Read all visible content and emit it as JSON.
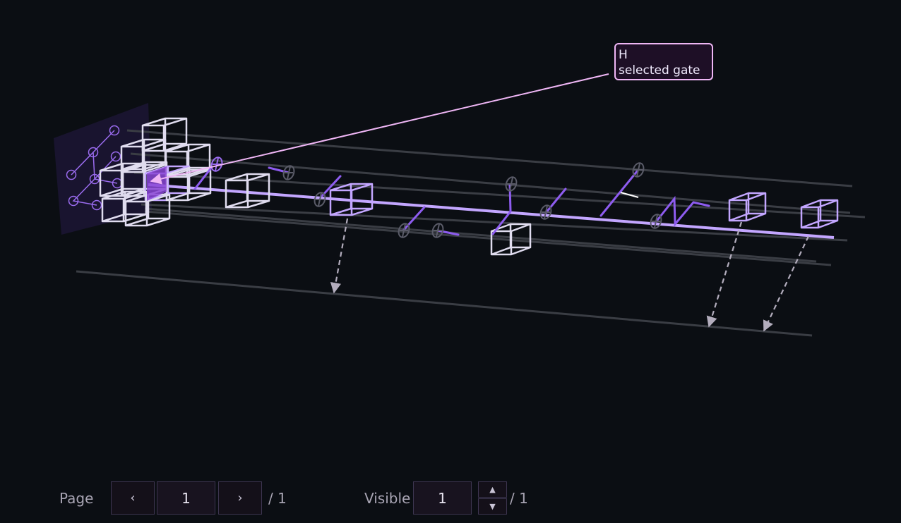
{
  "tooltip": {
    "gate": "H",
    "caption": "selected gate"
  },
  "pager": {
    "page_label": "Page",
    "page_value": "1",
    "page_total": "/ 1",
    "prev_icon": "‹",
    "next_icon": "›"
  },
  "visible": {
    "label": "Visible",
    "value": "1",
    "total": "/ 1",
    "up_icon": "▲",
    "down_icon": "▼"
  },
  "colors": {
    "background": "#0b0e13",
    "accent": "#9b6cf0",
    "accent_light": "#c3a6ff",
    "highlight": "#efb6f5",
    "cube": "#e0dcef",
    "wire": "#3a3d44"
  }
}
